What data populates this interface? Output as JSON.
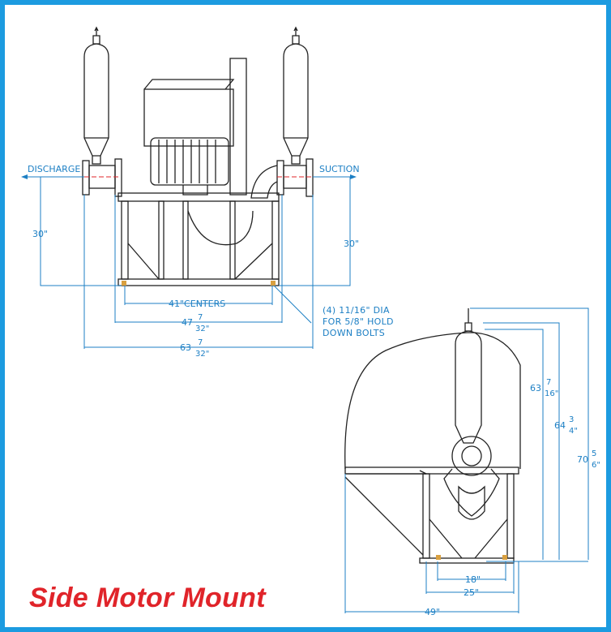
{
  "title": "Side Motor Mount",
  "front_view": {
    "discharge_label": "DISCHARGE",
    "suction_label": "SUCTION",
    "left_height_label": "30\"",
    "right_height_label": "30\"",
    "centers_label": "41\"CENTERS",
    "width_1_whole": "47",
    "width_1_num": "7",
    "width_1_den": "32\"",
    "width_2_whole": "63",
    "width_2_num": "7",
    "width_2_den": "32\"",
    "bolt_note_line1": "(4) 11/16\" DIA",
    "bolt_note_line2": "FOR 5/8\" HOLD",
    "bolt_note_line3": "DOWN BOLTS"
  },
  "side_view": {
    "h1_whole": "63",
    "h1_num": "7",
    "h1_den": "16\"",
    "h2_whole": "64",
    "h2_num": "3",
    "h2_den": "4\"",
    "h3_whole": "70",
    "h3_num": "5",
    "h3_den": "6\"",
    "w1_label": "18\"",
    "w2_label": "25\"",
    "w3_label": "49\""
  },
  "colors": {
    "border": "#1c9be0",
    "dimension": "#1c7fc4",
    "title": "#e0242a",
    "centerline": "#e0242a"
  }
}
